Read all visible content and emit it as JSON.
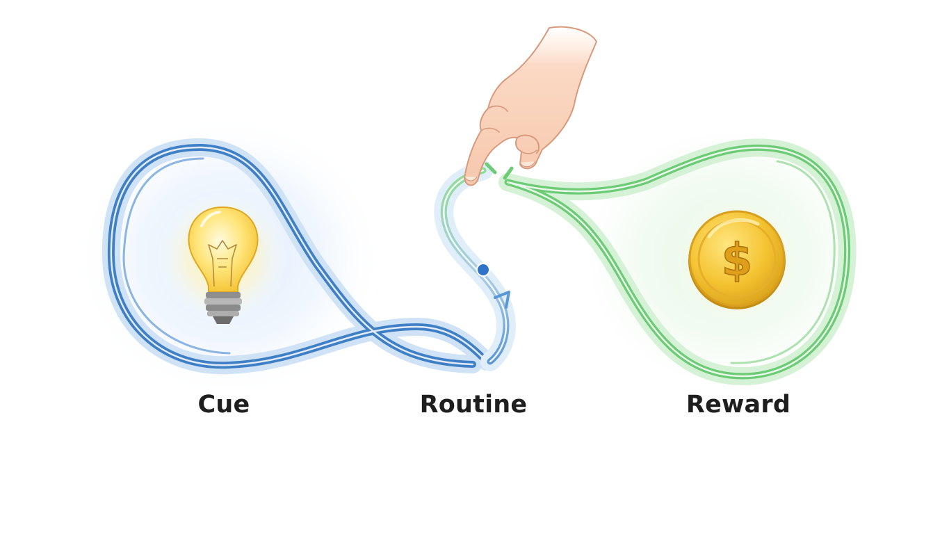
{
  "labels": {
    "cue": "Cue",
    "routine": "Routine",
    "reward": "Reward"
  },
  "icons": {
    "cue": "lightbulb-icon",
    "reward": "dollar-coin-icon",
    "hand": "hand-icon"
  },
  "coin_symbol": "$",
  "colors": {
    "cue_loop": "#3f7fc6",
    "reward_loop": "#6ccb75",
    "bulb_glow": "#ffe27a",
    "coin_gold": "#f2c230",
    "text": "#1e1e1e",
    "background": "#ffffff"
  }
}
